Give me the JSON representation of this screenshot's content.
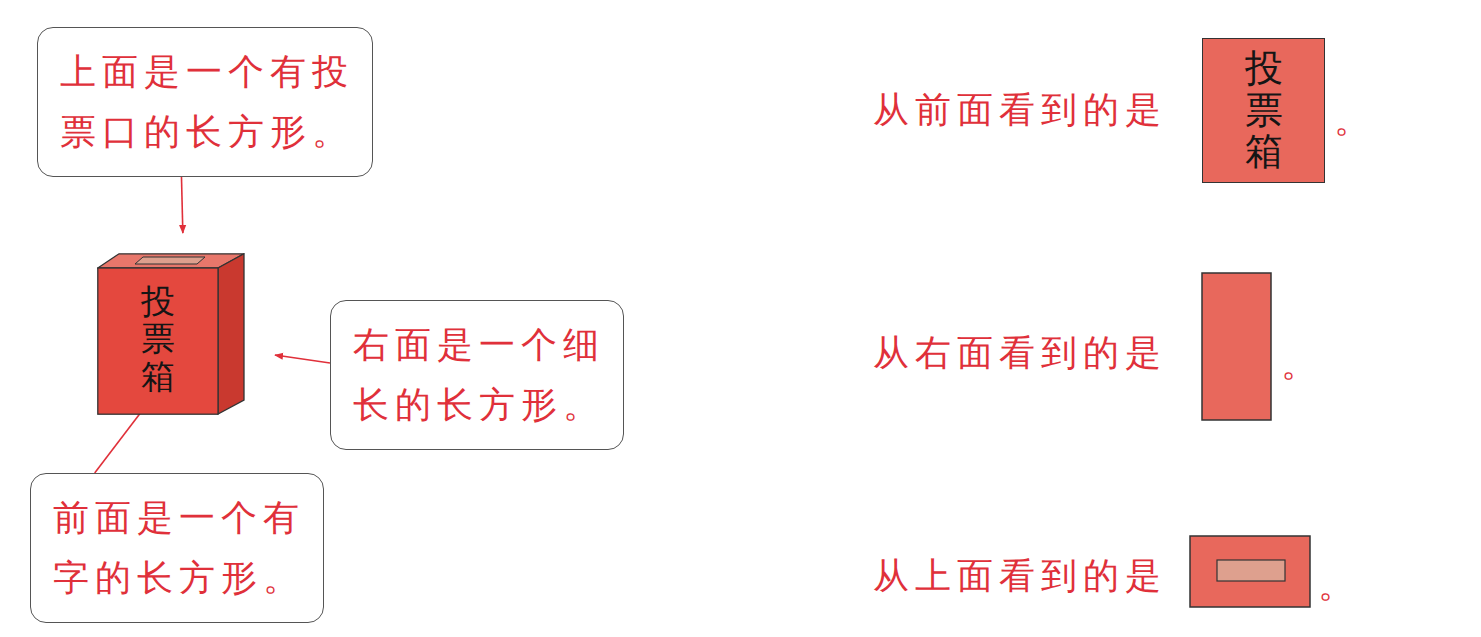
{
  "diagram": {
    "nodes": [
      {
        "text": [
          "上面是一个有投票口的长方形。"
        ]
      },
      {
        "text": [
          "投票箱"
        ]
      },
      {
        "text": [
          "右面是一个细长的长方形。"
        ]
      },
      {
        "text": [
          "前面是一个有字的长方形。"
        ]
      },
      {
        "text": [
          "投票箱"
        ]
      }
    ],
    "edges": [
      {
        "from": 0,
        "to": 1,
        "arrow": "to"
      },
      {
        "from": 2,
        "to": 1,
        "arrow": "to"
      },
      {
        "from": 3,
        "to": 1,
        "arrow": "to"
      }
    ],
    "labels": [
      "从前面看到的是",
      "。",
      "从右面看到的是",
      "。",
      "从上面看到的是",
      "。"
    ]
  }
}
